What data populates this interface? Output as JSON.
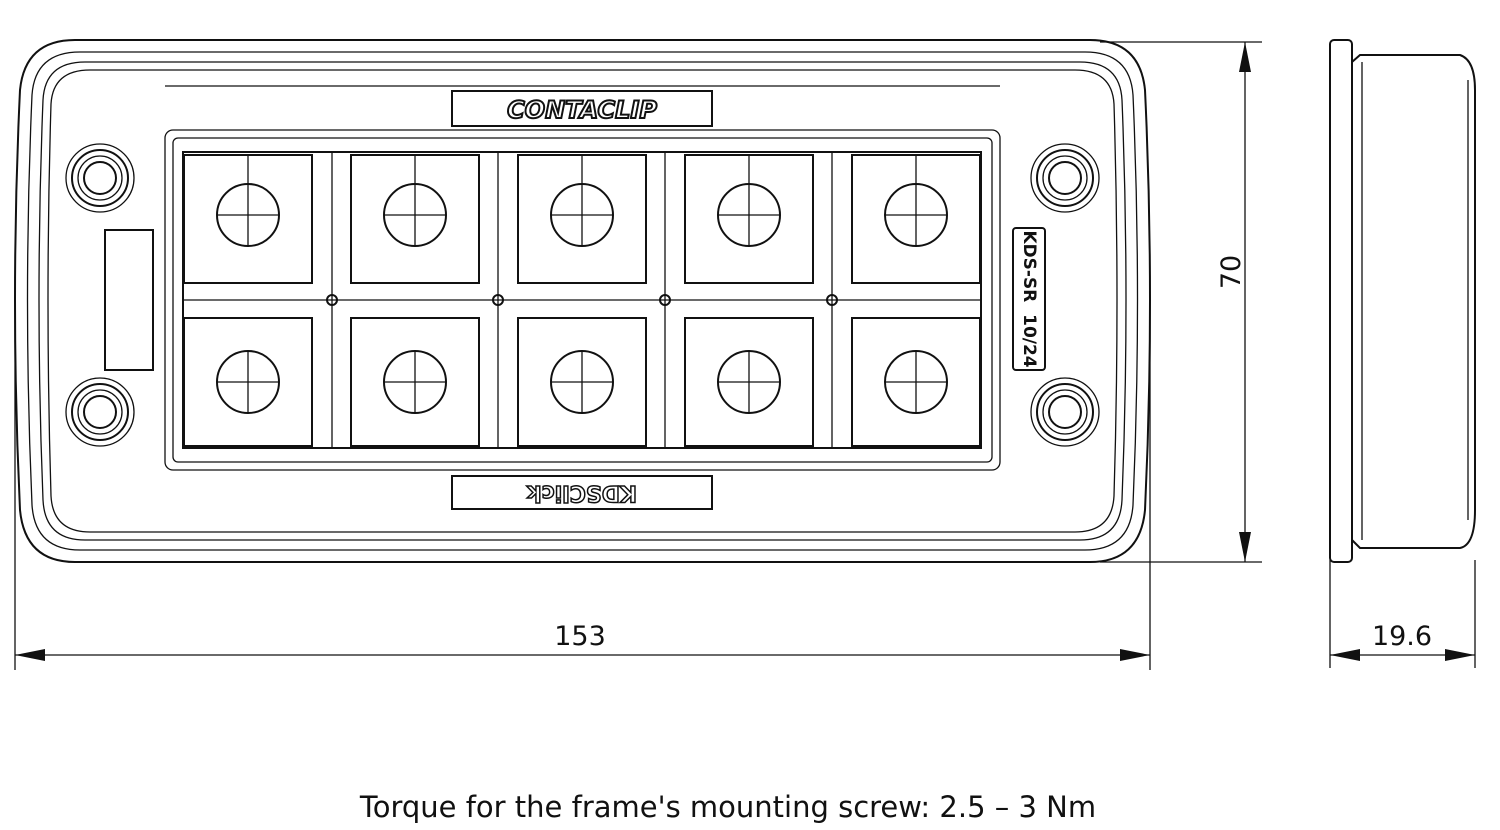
{
  "drawing": {
    "brand_label": "CONTACLIP",
    "model_label": "KDS-SR  10/24",
    "bottom_label": "KDSClick",
    "columns": 5,
    "rows": 2
  },
  "dimensions": {
    "width": "153",
    "height": "70",
    "depth": "19.6"
  },
  "caption": "Torque for the frame's mounting screw: 2.5 – 3 Nm"
}
